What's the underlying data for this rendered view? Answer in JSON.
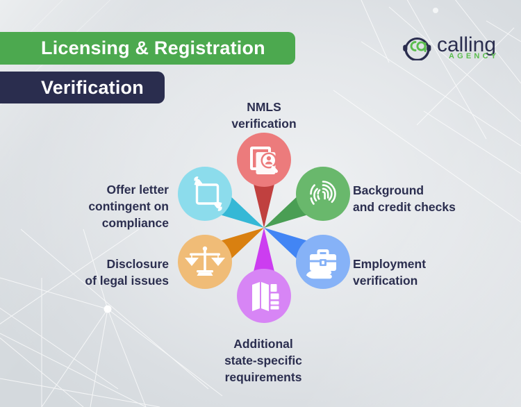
{
  "header": {
    "title_line1": "Licensing & Registration",
    "title_line2": "Verification",
    "title_bar_color": "#4CA94F",
    "subtitle_bar_color": "#2A2D4E"
  },
  "logo": {
    "mark_name": "calling-agency-headset-icon",
    "word_main": "calling",
    "word_sub": "AGENCY",
    "mark_color": "#5BBD4E",
    "word_color": "#2A2D4E",
    "sub_color": "#5BBD4E"
  },
  "diagram": {
    "type": "radial-petal-pin",
    "center_label": "",
    "petals": [
      {
        "id": "nmls",
        "label": "NMLS\nverification",
        "icon": "document-person-search-icon",
        "head_color": "#EC7B7C",
        "tail_color": "#C0403F",
        "angle_deg": 270,
        "label_position": "top"
      },
      {
        "id": "background",
        "label": "Background\nand credit checks",
        "icon": "fingerprint-icon",
        "head_color": "#69B86C",
        "tail_color": "#4A9E54",
        "angle_deg": 330,
        "label_position": "right"
      },
      {
        "id": "employment",
        "label": "Employment\nverification",
        "icon": "briefcase-on-hand-icon",
        "head_color": "#86B2F7",
        "tail_color": "#4285F4",
        "angle_deg": 30,
        "label_position": "right"
      },
      {
        "id": "additional",
        "label": "Additional\nstate-specific\nrequirements",
        "icon": "folded-map-icon",
        "head_color": "#D785F5",
        "tail_color": "#CC3DF0",
        "angle_deg": 90,
        "label_position": "bottom"
      },
      {
        "id": "disclosure",
        "label": "Disclosure\nof legal issues",
        "icon": "scales-of-justice-icon",
        "head_color": "#F0BC77",
        "tail_color": "#D98010",
        "angle_deg": 150,
        "label_position": "left"
      },
      {
        "id": "offer",
        "label": "Offer letter\ncontingent on\ncompliance",
        "icon": "hand-over-document-icon",
        "head_color": "#8CDCEC",
        "tail_color": "#35B8D6",
        "angle_deg": 210,
        "label_position": "left"
      }
    ]
  },
  "theme": {
    "label_text_color": "#2B2E4F",
    "background_base": "#E4E7EA",
    "background_line_color": "#FFFFFF"
  }
}
